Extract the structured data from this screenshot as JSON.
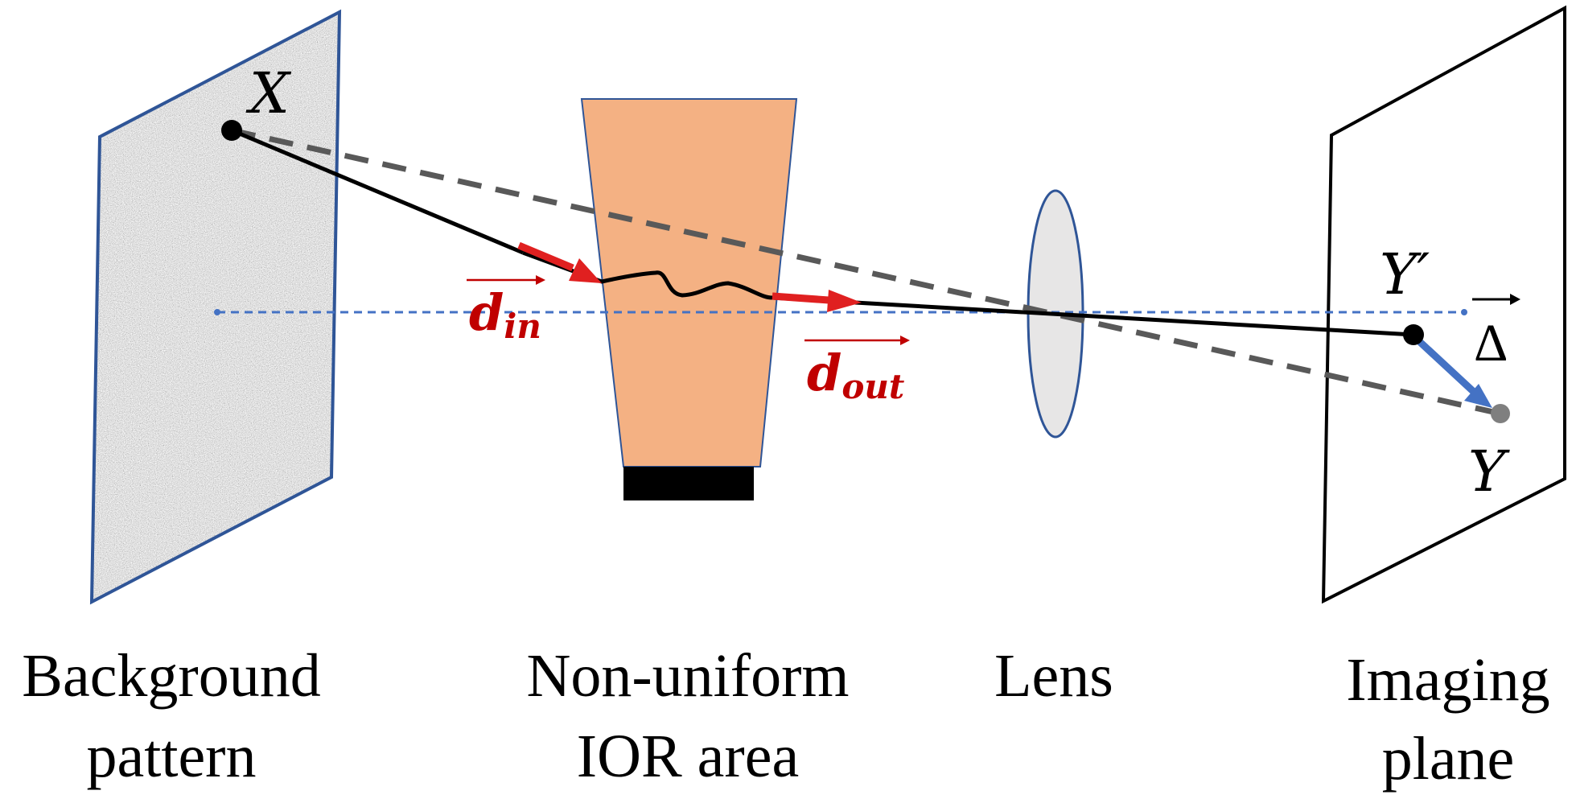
{
  "labels": {
    "point_x": "X",
    "point_y_prime": "Y′",
    "point_y": "Y",
    "delta": "Δ",
    "d_in_main": "d",
    "d_in_sub": "in",
    "d_out_main": "d",
    "d_out_sub": "out"
  },
  "captions": {
    "background_line1": "Background",
    "background_line2": "pattern",
    "ior_line1": "Non-uniform",
    "ior_line2": "IOR area",
    "lens": "Lens",
    "imaging_line1": "Imaging",
    "imaging_line2": "plane"
  },
  "colors": {
    "frame_blue": "#2f5597",
    "ior_fill": "#f4b183",
    "ray_red": "#e02020",
    "label_red": "#c00000",
    "delta_arrow": "#4472c4",
    "dashed_gray": "#595959",
    "axis_blue": "#4472c4",
    "lens_fill": "#e7e6e6"
  },
  "icons": {
    "background": "noise-pattern",
    "arrowheads": "triangle"
  }
}
